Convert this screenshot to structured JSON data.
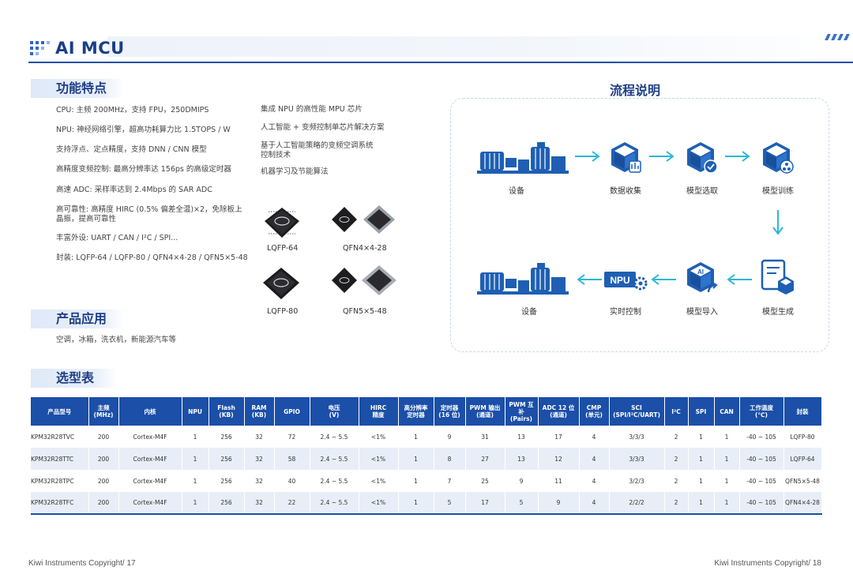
{
  "header": {
    "title": "AI MCU"
  },
  "features": {
    "heading": "功能特点",
    "left": [
      "CPU: 主频 200MHz，支持 FPU，250DMIPS",
      "NPU: 神经网络引擎，超高功耗算力比 1.5TOPS / W",
      "支持浮点、定点精度，支持 DNN / CNN 模型",
      "高精度变频控制: 最高分辨率达 156ps 的高级定时器",
      "高速 ADC: 采样率达到 2.4Mbps 的 SAR ADC",
      "高可靠性: 高精度 HIRC (0.5% 偏差全温)×2，免除板上",
      "晶振，提高可靠性",
      "丰富外设: UART / CAN / I²C / SPI...",
      "封装: LQFP-64 / LQFP-80 / QFN4×4-28 / QFN5×5-48"
    ],
    "right": [
      "集成 NPU 的高性能 MPU 芯片",
      "人工智能 + 变频控制单芯片解决方案",
      "基于人工智能策略的变频空调系统",
      "控制技术",
      "机器学习及节能算法"
    ]
  },
  "chips": [
    "LQFP-64",
    "QFN4×4-28",
    "LQFP-80",
    "QFN5×5-48"
  ],
  "applications": {
    "heading": "产品应用",
    "text": "空调，冰箱，洗衣机，新能源汽车等"
  },
  "flow": {
    "heading": "流程说明",
    "top": [
      "设备",
      "数据收集",
      "模型选取",
      "模型训练"
    ],
    "bottom": [
      "设备",
      "实时控制",
      "模型导入",
      "模型生成"
    ],
    "npu_label": "NPU",
    "ai_label": "AI"
  },
  "selection": {
    "heading": "选型表",
    "headers": [
      "产品型号",
      "主频\n(MHz)",
      "内核",
      "NPU",
      "Flash\n(KB)",
      "RAM\n(KB)",
      "GPIO",
      "电压\n(V)",
      "HIRC\n精度",
      "高分辨率\n定时器",
      "定时器\n(16 位)",
      "PWM 输出\n(通道)",
      "PWM 互补\n(Pairs)",
      "ADC 12 位\n(通道)",
      "CMP\n(单元)",
      "SCI\n(SPI/I²C/UART)",
      "I²C",
      "SPI",
      "CAN",
      "工作温度\n(℃)",
      "封装"
    ],
    "rows": [
      [
        "KPM32R28TVC",
        "200",
        "Cortex-M4F",
        "1",
        "256",
        "32",
        "72",
        "2.4 ~ 5.5",
        "<1%",
        "1",
        "9",
        "31",
        "13",
        "17",
        "4",
        "3/3/3",
        "2",
        "1",
        "1",
        "-40 ~ 105",
        "LQFP-80"
      ],
      [
        "KPM32R28TTC",
        "200",
        "Cortex-M4F",
        "1",
        "256",
        "32",
        "58",
        "2.4 ~ 5.5",
        "<1%",
        "1",
        "8",
        "27",
        "13",
        "12",
        "4",
        "3/3/3",
        "2",
        "1",
        "1",
        "-40 ~ 105",
        "LQFP-64"
      ],
      [
        "KPM32R28TPC",
        "200",
        "Cortex-M4F",
        "1",
        "256",
        "32",
        "40",
        "2.4 ~ 5.5",
        "<1%",
        "1",
        "7",
        "25",
        "9",
        "11",
        "4",
        "3/2/3",
        "2",
        "1",
        "1",
        "-40 ~ 105",
        "QFN5×5-48"
      ],
      [
        "KPM32R28TFC",
        "200",
        "Cortex-M4F",
        "1",
        "256",
        "32",
        "22",
        "2.4 ~ 5.5",
        "<1%",
        "1",
        "5",
        "17",
        "5",
        "9",
        "4",
        "2/2/2",
        "2",
        "1",
        "1",
        "-40 ~ 105",
        "QFN4×4-28"
      ]
    ]
  },
  "footer": {
    "left": "Kiwi Instruments Copyright/ 17",
    "right": "Kiwi Instruments Copyright/ 18"
  },
  "colors": {
    "brand_blue": "#1b4fa8",
    "accent_cyan": "#2bb7d6",
    "title_blue": "#173f8a"
  }
}
